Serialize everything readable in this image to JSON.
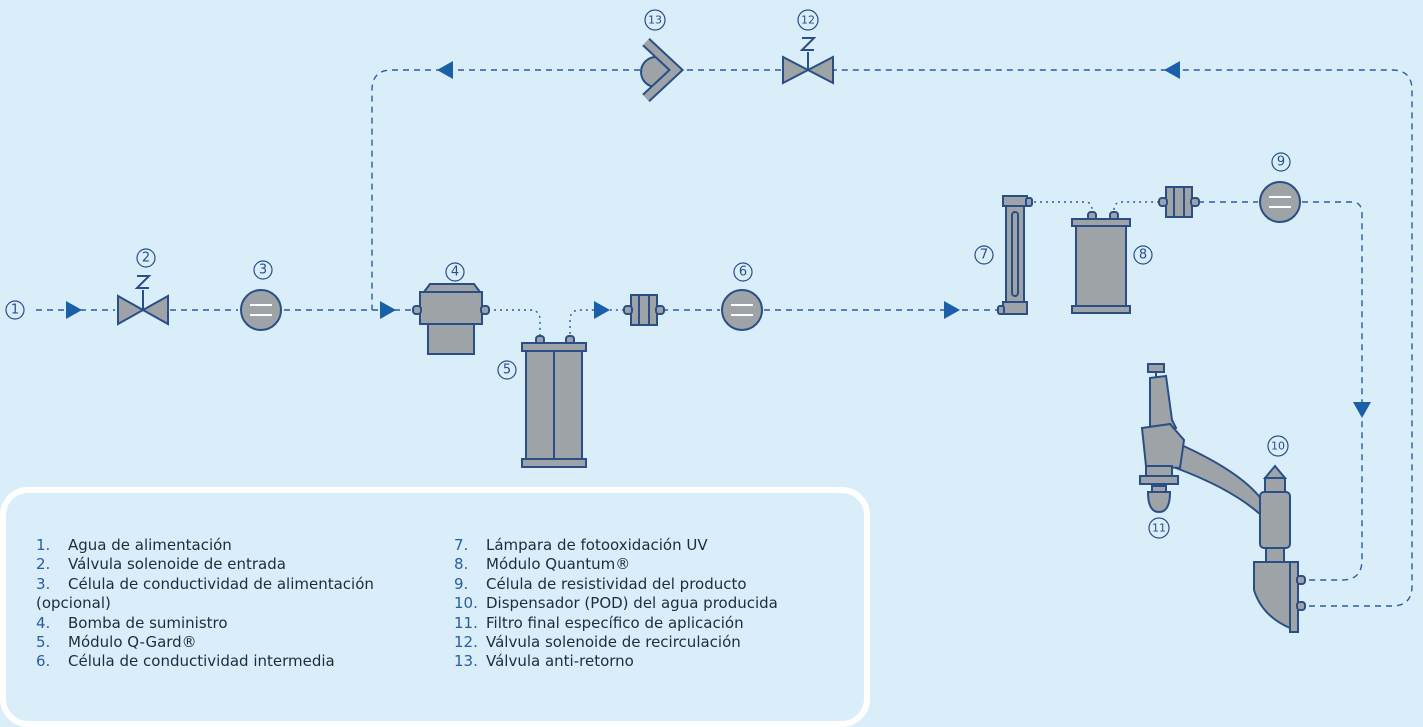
{
  "markers": [
    "1",
    "2",
    "3",
    "4",
    "5",
    "6",
    "7",
    "8",
    "9",
    "10",
    "11",
    "12",
    "13"
  ],
  "legend": {
    "left": [
      {
        "num": "1.",
        "text": "Agua de alimentación"
      },
      {
        "num": "2.",
        "text": "Válvula solenoide de entrada"
      },
      {
        "num": "3.",
        "text": "Célula de conductividad de alimentación"
      },
      {
        "num": "",
        "text": "(opcional)"
      },
      {
        "num": "4.",
        "text": "Bomba de suministro"
      },
      {
        "num": "5.",
        "text": "Módulo Q-Gard®"
      },
      {
        "num": "6.",
        "text": "Célula de conductividad intermedia"
      }
    ],
    "right": [
      {
        "num": "7.",
        "text": "Lámpara de fotooxidación UV"
      },
      {
        "num": "8.",
        "text": "Módulo Quantum®"
      },
      {
        "num": "9.",
        "text": "Célula de resistividad del producto"
      },
      {
        "num": "10.",
        "text": "Dispensador (POD) del agua producida"
      },
      {
        "num": "11.",
        "text": "Filtro final específico de aplicación"
      },
      {
        "num": "12.",
        "text": "Válvula solenoide de recirculación"
      },
      {
        "num": "13.",
        "text": "Válvula anti-retorno"
      }
    ]
  },
  "colors": {
    "background": "#d9eef9",
    "line": "#2a5d9f",
    "component_fill": "#9ea3a8",
    "component_stroke": "#2a4f86",
    "legend_border": "#ffffff"
  }
}
